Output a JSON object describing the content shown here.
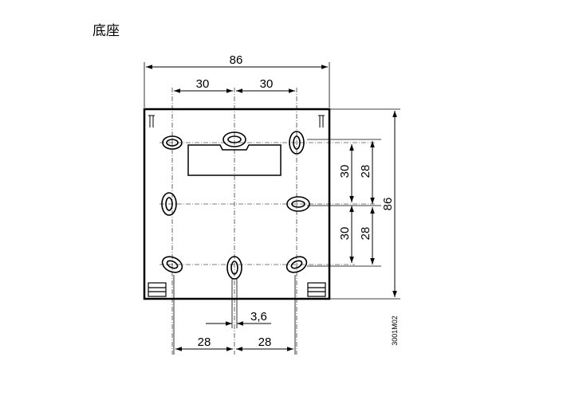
{
  "title": "底座",
  "dimensions": {
    "overall_width": "86",
    "overall_height": "86",
    "top_left_spacing": "30",
    "top_right_spacing": "30",
    "right_vertical_upper_30": "30",
    "right_vertical_lower_30": "30",
    "right_vertical_upper_28": "28",
    "right_vertical_lower_28": "28",
    "bottom_left_spacing": "28",
    "bottom_right_spacing": "28",
    "slot_width": "3,6"
  },
  "drawing_code": "3001M02",
  "colors": {
    "line": "#000000",
    "background": "#ffffff"
  }
}
